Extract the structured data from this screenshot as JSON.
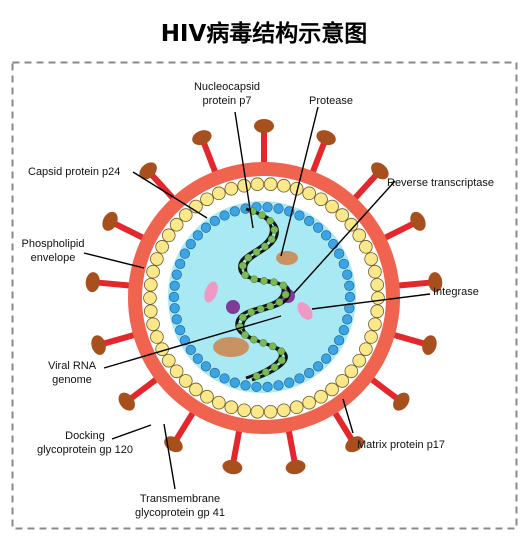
{
  "title": "HIV病毒结构示意图",
  "labels": {
    "nucleocapsid_1": "Nucleocapsid",
    "nucleocapsid_2": "protein p7",
    "protease": "Protease",
    "capsid": "Capsid protein p24",
    "reverse_transcriptase": "Reverse transcriptase",
    "phospholipid_1": "Phospholipid",
    "phospholipid_2": "envelope",
    "integrase": "Integrase",
    "viral_rna_1": "Viral RNA",
    "viral_rna_2": "genome",
    "docking_1": "Docking",
    "docking_2": "glycoprotein gp 120",
    "matrix": "Matrix protein p17",
    "transmembrane_1": "Transmembrane",
    "transmembrane_2": "glycoprotein gp 41"
  },
  "colors": {
    "envelope": "#f0634e",
    "spike_stem": "#e4272c",
    "spike_head": "#a8501d",
    "matrix_bead": "#fbe88a",
    "capsid_fill": "#a9e9f4",
    "capsid_bead": "#3aa4e4",
    "rna": "#111111",
    "nucleocapsid_bead": "#7ab956",
    "enzyme_purple": "#7e3b9a",
    "enzyme_pink": "#ef9ac5",
    "enzyme_brown": "#c99262"
  }
}
